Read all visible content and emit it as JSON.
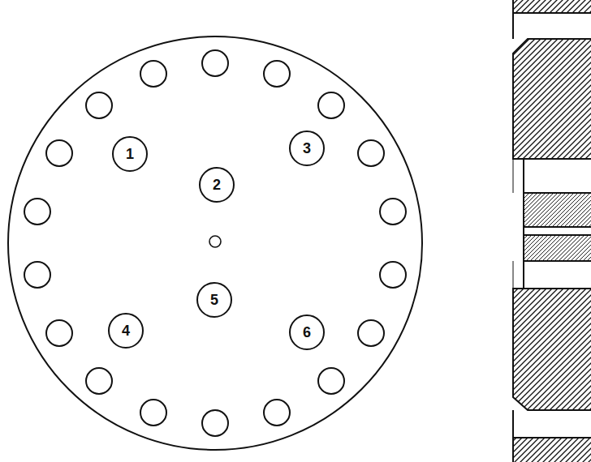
{
  "diagram": {
    "nodes": [
      {
        "text": [
          "1"
        ]
      },
      {
        "text": [
          "3"
        ]
      },
      {
        "text": [
          "2"
        ]
      },
      {
        "text": [
          "5"
        ]
      },
      {
        "text": [
          "4"
        ]
      },
      {
        "text": [
          "6"
        ]
      }
    ]
  }
}
